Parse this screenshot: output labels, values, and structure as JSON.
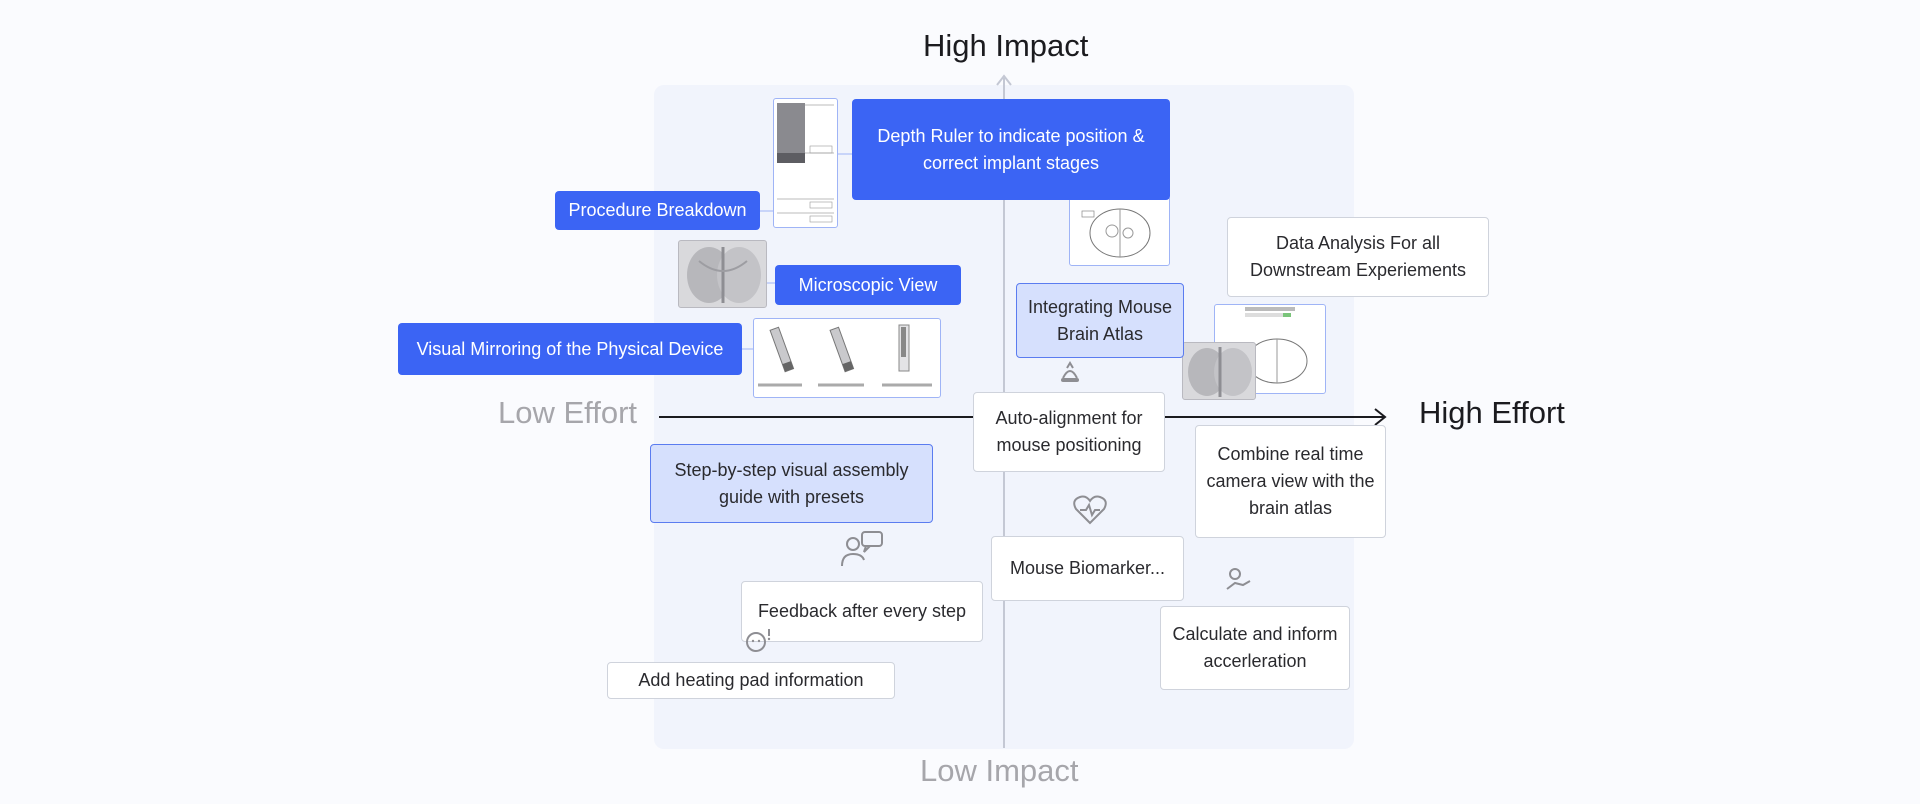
{
  "axes": {
    "top": "High Impact",
    "bottom": "Low Impact",
    "left": "Low Effort",
    "right": "High Effort"
  },
  "cards": {
    "depth_ruler": "Depth Ruler to indicate position & correct implant stages",
    "procedure_breakdown": "Procedure Breakdown",
    "microscopic_view": "Microscopic View",
    "visual_mirroring": "Visual Mirroring of the Physical Device",
    "integrating_atlas": "Integrating Mouse Brain Atlas",
    "data_analysis": "Data Analysis For all Downstream Experiements",
    "auto_alignment": "Auto-alignment for mouse positioning",
    "step_by_step": "Step-by-step visual assembly guide with presets",
    "combine_camera": "Combine real time camera view with the brain atlas",
    "mouse_biomarker": "Mouse Biomarker...",
    "feedback": "Feedback after every step",
    "calculate_acceleration": "Calculate and inform accerleration",
    "heating_pad": "Add heating pad information"
  },
  "colors": {
    "blue": "#3b64f4",
    "light_blue": "#d6e0fd",
    "panel": "#f1f4fc"
  },
  "icons": [
    "rotate-icon",
    "heart-pulse-icon",
    "chat-person-icon",
    "hand-coin-icon",
    "baby-alert-icon"
  ]
}
